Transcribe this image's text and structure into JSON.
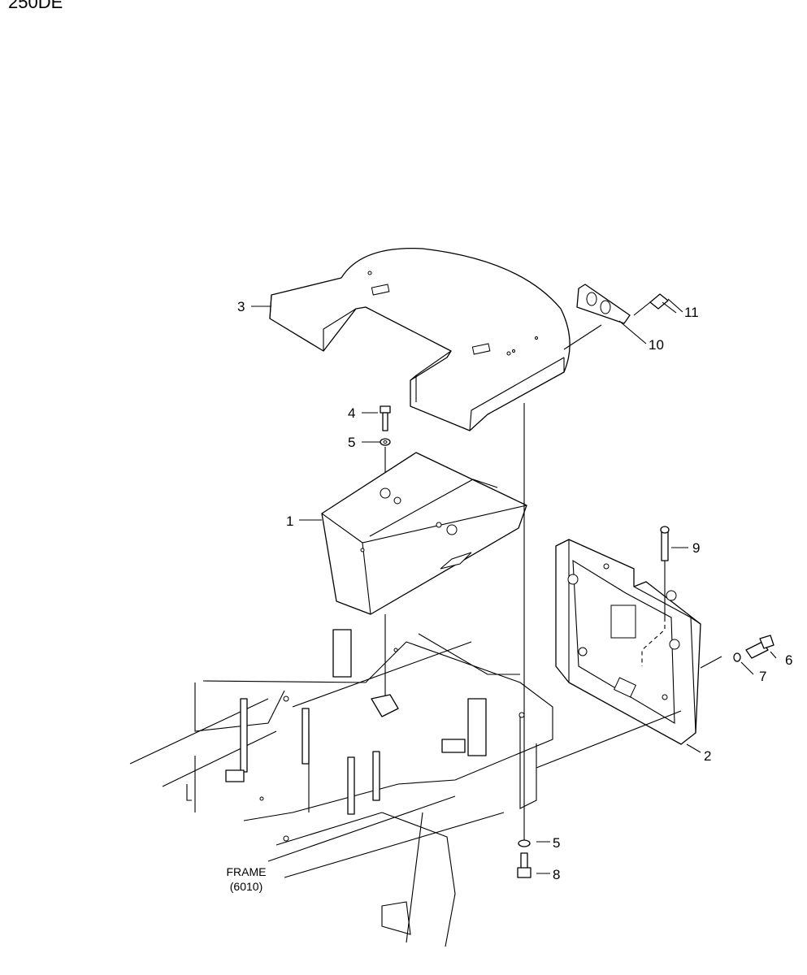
{
  "model": "250DE",
  "callouts": {
    "c1": "1",
    "c2": "2",
    "c3": "3",
    "c4": "4",
    "c5a": "5",
    "c5b": "5",
    "c6": "6",
    "c7": "7",
    "c8": "8",
    "c9": "9",
    "c10": "10",
    "c11": "11"
  },
  "frame": {
    "line1": "FRAME",
    "line2": "(6010)"
  }
}
